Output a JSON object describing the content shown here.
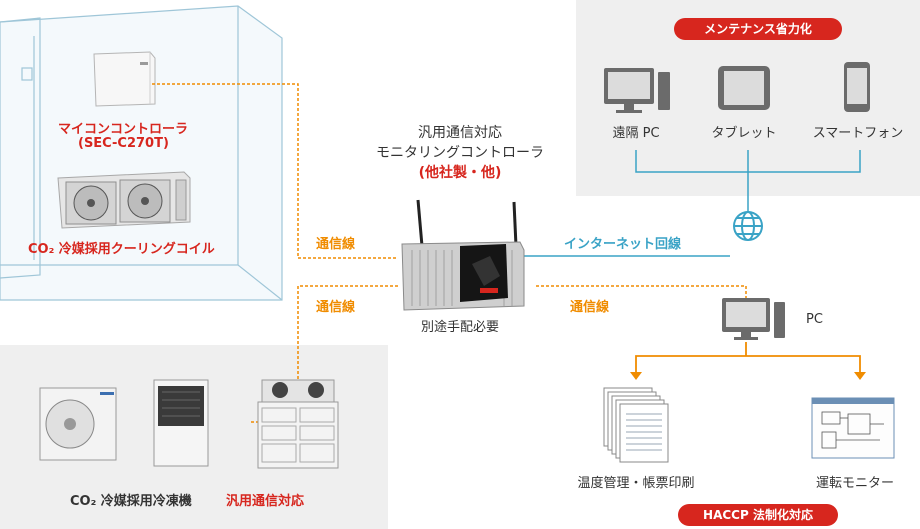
{
  "cold_room": {
    "controller_name": "マイコンコントローラ",
    "controller_model": "(SEC-C270T)",
    "coil_label": "CO₂ 冷媒採用クーリングコイル"
  },
  "monitoring_controller": {
    "title_line1": "汎用通信対応",
    "title_line2": "モニタリングコントローラ",
    "note": "(他社製・他)",
    "arrangement": "別途手配必要"
  },
  "links": {
    "comm_top": "通信線",
    "comm_bottom_left": "通信線",
    "comm_bottom_right": "通信線",
    "internet": "インターネット回線"
  },
  "maintenance": {
    "badge": "メンテナンス省力化",
    "devices": [
      "遠隔 PC",
      "タブレット",
      "スマートフォン"
    ]
  },
  "pc_section": {
    "pc_label": "PC",
    "outputs": [
      "温度管理・帳票印刷",
      "運転モニター"
    ],
    "badge": "HACCP 法制化対応"
  },
  "outdoor": {
    "label_main": "CO₂ 冷媒採用冷凍機",
    "label_red": "汎用通信対応"
  },
  "colors": {
    "accent_red": "#d7261e",
    "comm_orange": "#f08c00",
    "internet_blue": "#3aa3c6"
  }
}
